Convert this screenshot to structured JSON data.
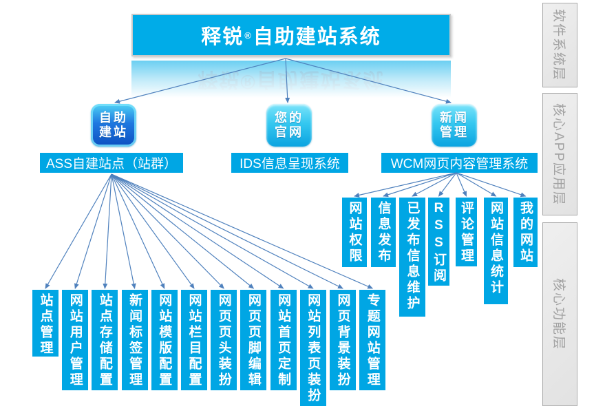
{
  "banner": {
    "prefix": "释锐",
    "registered_mark": "®",
    "suffix": "自助建站系统"
  },
  "apps": [
    {
      "id": "ass",
      "icon_line1": "自助",
      "icon_line2": "建站",
      "label": "ASS自建站点（站群）"
    },
    {
      "id": "ids",
      "icon_line1": "您的",
      "icon_line2": "官网",
      "label": "IDS信息呈现系统"
    },
    {
      "id": "wcm",
      "icon_line1": "新闻",
      "icon_line2": "管理",
      "label": "WCM网页内容管理系统"
    }
  ],
  "ass_children": [
    "站点管理",
    "网站用户管理",
    "站点存储配置",
    "新闻标签管理",
    "网站模版配置",
    "网站栏目配置",
    "网页页头装扮",
    "网页页脚编辑",
    "网站首页定制",
    "网站列表页装扮",
    "网页背景装扮",
    "专题网站管理"
  ],
  "wcm_children": [
    "网站权限",
    "信息发布",
    "已发布信息维护",
    "RSS订阅",
    "评论管理",
    "网站信息统计",
    "我的网站"
  ],
  "layers": [
    {
      "label": "软件系统层"
    },
    {
      "label": "核心APP应用层"
    },
    {
      "label": "核心功能层"
    }
  ],
  "colors": {
    "cyan": "#00a6e4",
    "banner_cyan": "#00ace8",
    "arrow": "#4f81bd",
    "layer_fill": "#eaeaea",
    "layer_border": "#a9a9a9",
    "layer_text": "#a2a2a2"
  }
}
